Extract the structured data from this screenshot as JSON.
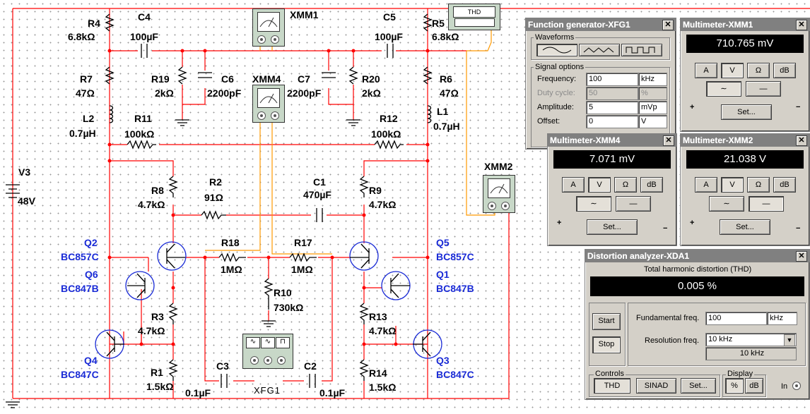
{
  "schematic": {
    "labels": {
      "r4_name": "R4",
      "r4_value": "6.8kΩ",
      "c4_name": "C4",
      "c4_value": "100µF",
      "xmm1": "XMM1",
      "c5_name": "C5",
      "c5_value": "100µF",
      "r5_name": "R5",
      "r5_value": "6.8kΩ",
      "thd_inst": "THD",
      "r7_name": "R7",
      "r7_value": "47Ω",
      "r19_name": "R19",
      "r19_value": "2kΩ",
      "c6_name": "C6",
      "c6_value": "2200pF",
      "xmm4": "XMM4",
      "c7_name": "C7",
      "c7_value": "2200pF",
      "r20_name": "R20",
      "r20_value": "2kΩ",
      "r6_name": "R6",
      "r6_value": "47Ω",
      "l2_name": "L2",
      "l2_value": "0.7µH",
      "r11_name": "R11",
      "r11_value": "100kΩ",
      "r12_name": "R12",
      "r12_value": "100kΩ",
      "l1_name": "L1",
      "l1_value": "0.7µH",
      "v3_name": "V3",
      "v3_value": "48V",
      "r8_name": "R8",
      "r8_value": "4.7kΩ",
      "r2_name": "R2",
      "r2_value": "91Ω",
      "c1_name": "C1",
      "c1_value": "470µF",
      "r9_name": "R9",
      "r9_value": "4.7kΩ",
      "xmm2": "XMM2",
      "q2_name": "Q2",
      "q2_value": "BC857C",
      "q6_name": "Q6",
      "q6_value": "BC847B",
      "r18_name": "R18",
      "r18_value": "1MΩ",
      "r17_name": "R17",
      "r17_value": "1MΩ",
      "q5_name": "Q5",
      "q5_value": "BC857C",
      "q1_name": "Q1",
      "q1_value": "BC847B",
      "r10_name": "R10",
      "r10_value": "730kΩ",
      "r3_name": "R3",
      "r3_value": "4.7kΩ",
      "r13_name": "R13",
      "r13_value": "4.7kΩ",
      "q4_name": "Q4",
      "q4_value": "BC847C",
      "q3_name": "Q3",
      "q3_value": "BC847C",
      "r1_name": "R1",
      "r1_value": "1.5kΩ",
      "c3_name": "C3",
      "c3_value": "0.1µF",
      "xfg1": "XFG1",
      "c2_name": "C2",
      "c2_value": "0.1µF",
      "r14_name": "R14",
      "r14_value": "1.5kΩ"
    }
  },
  "function_generator": {
    "title": "Function generator-XFG1",
    "waveforms_label": "Waveforms",
    "signal_options_label": "Signal options",
    "fields": [
      {
        "label": "Frequency:",
        "value": "100",
        "unit": "kHz"
      },
      {
        "label": "Duty cycle:",
        "value": "50",
        "unit": "%"
      },
      {
        "label": "Amplitude:",
        "value": "5",
        "unit": "mVp"
      },
      {
        "label": "Offset:",
        "value": "0",
        "unit": "V"
      }
    ]
  },
  "mm1": {
    "title": "Multimeter-XMM1",
    "reading": "710.765 mV",
    "buttons": [
      "A",
      "V",
      "Ω",
      "dB"
    ],
    "set": "Set..."
  },
  "mm4": {
    "title": "Multimeter-XMM4",
    "reading": "7.071 mV",
    "buttons": [
      "A",
      "V",
      "Ω",
      "dB"
    ],
    "set": "Set..."
  },
  "mm2": {
    "title": "Multimeter-XMM2",
    "reading": "21.038 V",
    "buttons": [
      "A",
      "V",
      "Ω",
      "dB"
    ],
    "set": "Set..."
  },
  "distortion": {
    "title": "Distortion analyzer-XDA1",
    "subtitle": "Total harmonic distortion (THD)",
    "reading": "0.005 %",
    "start": "Start",
    "stop": "Stop",
    "fund_label": "Fundamental freq.",
    "fund_value": "100",
    "fund_unit": "kHz",
    "res_label": "Resolution freq.",
    "res_value": "10 kHz",
    "res_readout": "10 kHz",
    "controls_label": "Controls",
    "display_label": "Display",
    "thd_btn": "THD",
    "sinad_btn": "SINAD",
    "set_btn": "Set...",
    "pct_btn": "%",
    "db_btn": "dB",
    "in_label": "In"
  },
  "colors": {
    "wire_red": "#ff0000",
    "wire_orange": "#ff9900",
    "part_blue": "#1a2bd6",
    "titlebar": "#0a246a",
    "titlebar_inactive": "#808080"
  }
}
